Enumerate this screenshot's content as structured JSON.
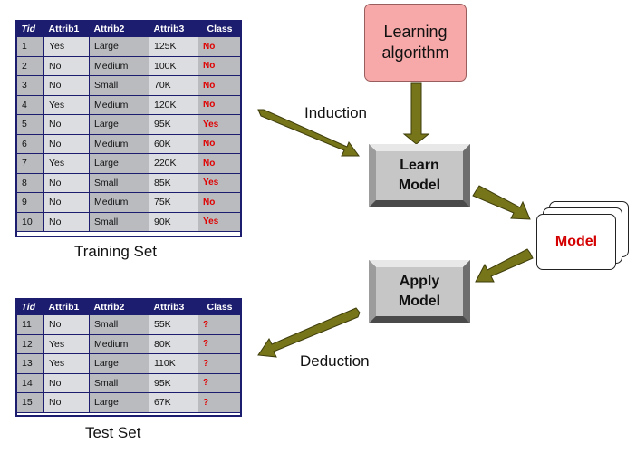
{
  "training_table": {
    "columns": [
      "Tid",
      "Attrib1",
      "Attrib2",
      "Attrib3",
      "Class"
    ],
    "rows": [
      [
        "1",
        "Yes",
        "Large",
        "125K",
        "No"
      ],
      [
        "2",
        "No",
        "Medium",
        "100K",
        "No"
      ],
      [
        "3",
        "No",
        "Small",
        "70K",
        "No"
      ],
      [
        "4",
        "Yes",
        "Medium",
        "120K",
        "No"
      ],
      [
        "5",
        "No",
        "Large",
        "95K",
        "Yes"
      ],
      [
        "6",
        "No",
        "Medium",
        "60K",
        "No"
      ],
      [
        "7",
        "Yes",
        "Large",
        "220K",
        "No"
      ],
      [
        "8",
        "No",
        "Small",
        "85K",
        "Yes"
      ],
      [
        "9",
        "No",
        "Medium",
        "75K",
        "No"
      ],
      [
        "10",
        "No",
        "Small",
        "90K",
        "Yes"
      ]
    ],
    "caption": "Training Set"
  },
  "test_table": {
    "columns": [
      "Tid",
      "Attrib1",
      "Attrib2",
      "Attrib3",
      "Class"
    ],
    "rows": [
      [
        "11",
        "No",
        "Small",
        "55K",
        "?"
      ],
      [
        "12",
        "Yes",
        "Medium",
        "80K",
        "?"
      ],
      [
        "13",
        "Yes",
        "Large",
        "110K",
        "?"
      ],
      [
        "14",
        "No",
        "Small",
        "95K",
        "?"
      ],
      [
        "15",
        "No",
        "Large",
        "67K",
        "?"
      ]
    ],
    "caption": "Test Set"
  },
  "learning_algorithm": {
    "line1": "Learning",
    "line2": "algorithm"
  },
  "learn_model": {
    "line1": "Learn",
    "line2": "Model"
  },
  "apply_model": {
    "line1": "Apply",
    "line2": "Model"
  },
  "model": {
    "label": "Model"
  },
  "labels": {
    "induction": "Induction",
    "deduction": "Deduction"
  },
  "colors": {
    "table_header": "#1c1d6e",
    "class_text": "#e00000",
    "arrow_fill": "#77751a",
    "algorithm_box": "#f7a8a8",
    "model_text": "#d40000"
  }
}
